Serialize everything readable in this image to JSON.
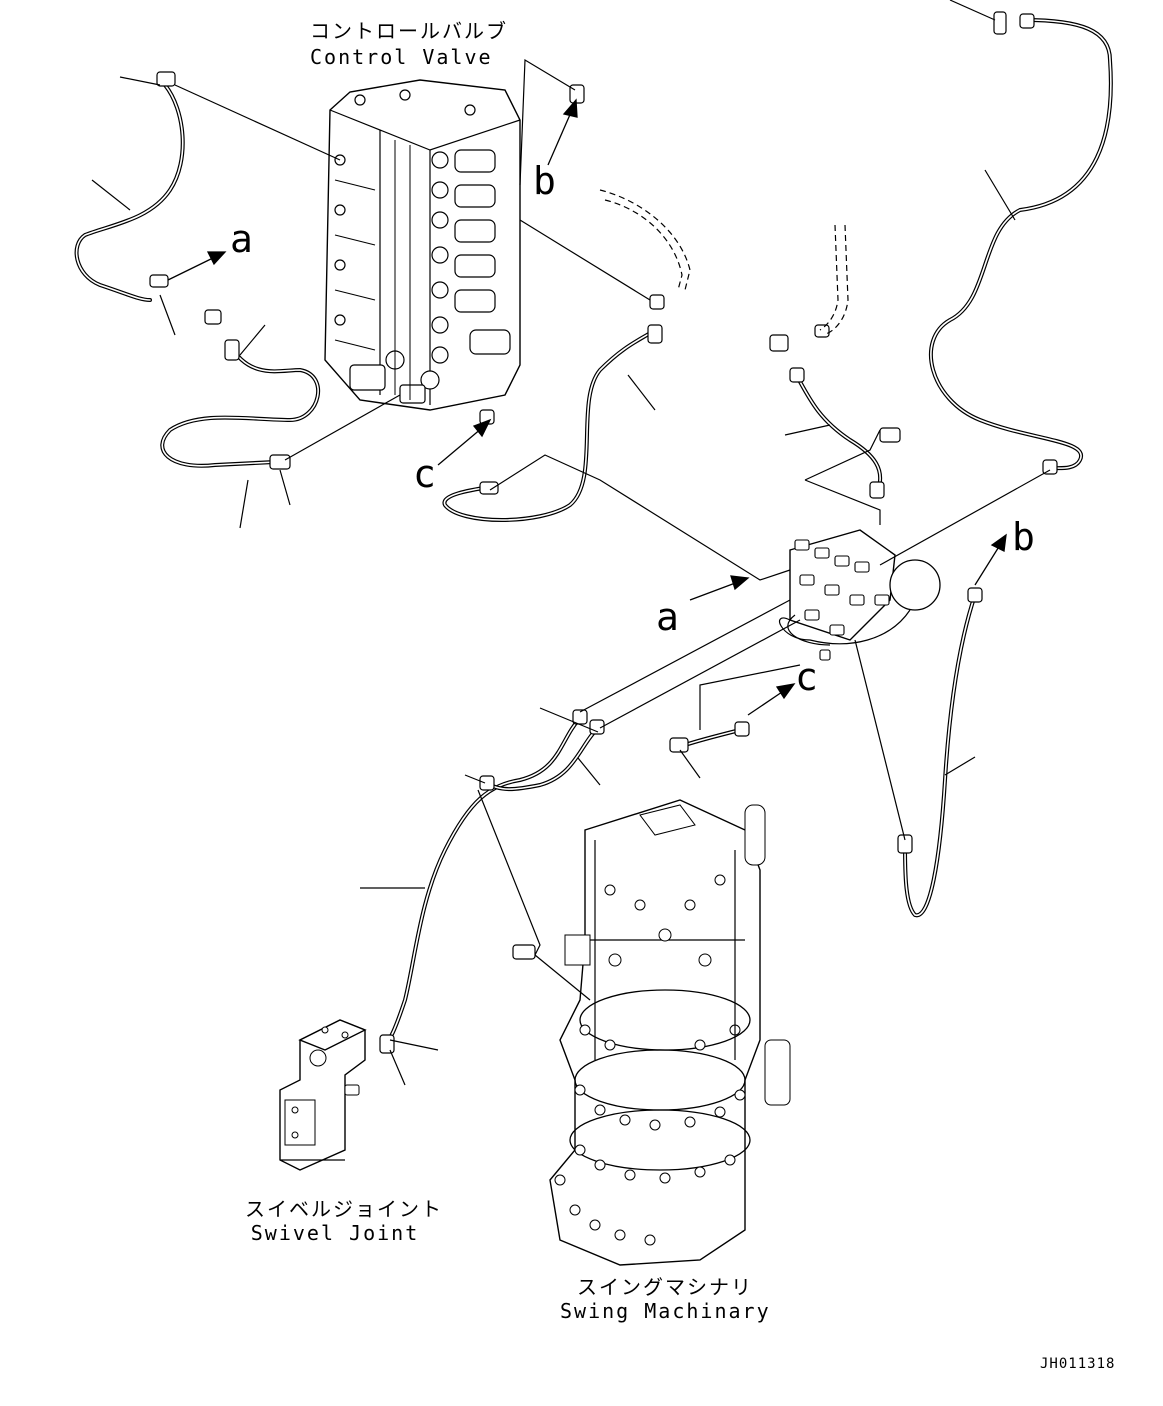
{
  "labels": {
    "control_valve_jp": "コントロールバルブ",
    "control_valve_en": "Control Valve",
    "swivel_joint_jp": "スイベルジョイント",
    "swivel_joint_en": "Swivel Joint",
    "swing_machinery_jp": "スイングマシナリ",
    "swing_machinery_en": "Swing Machinary"
  },
  "callouts": {
    "a_left": "a",
    "b_top": "b",
    "c_left": "c",
    "a_right": "a",
    "b_right": "b",
    "c_right": "c"
  },
  "drawing_code": "JH011318"
}
